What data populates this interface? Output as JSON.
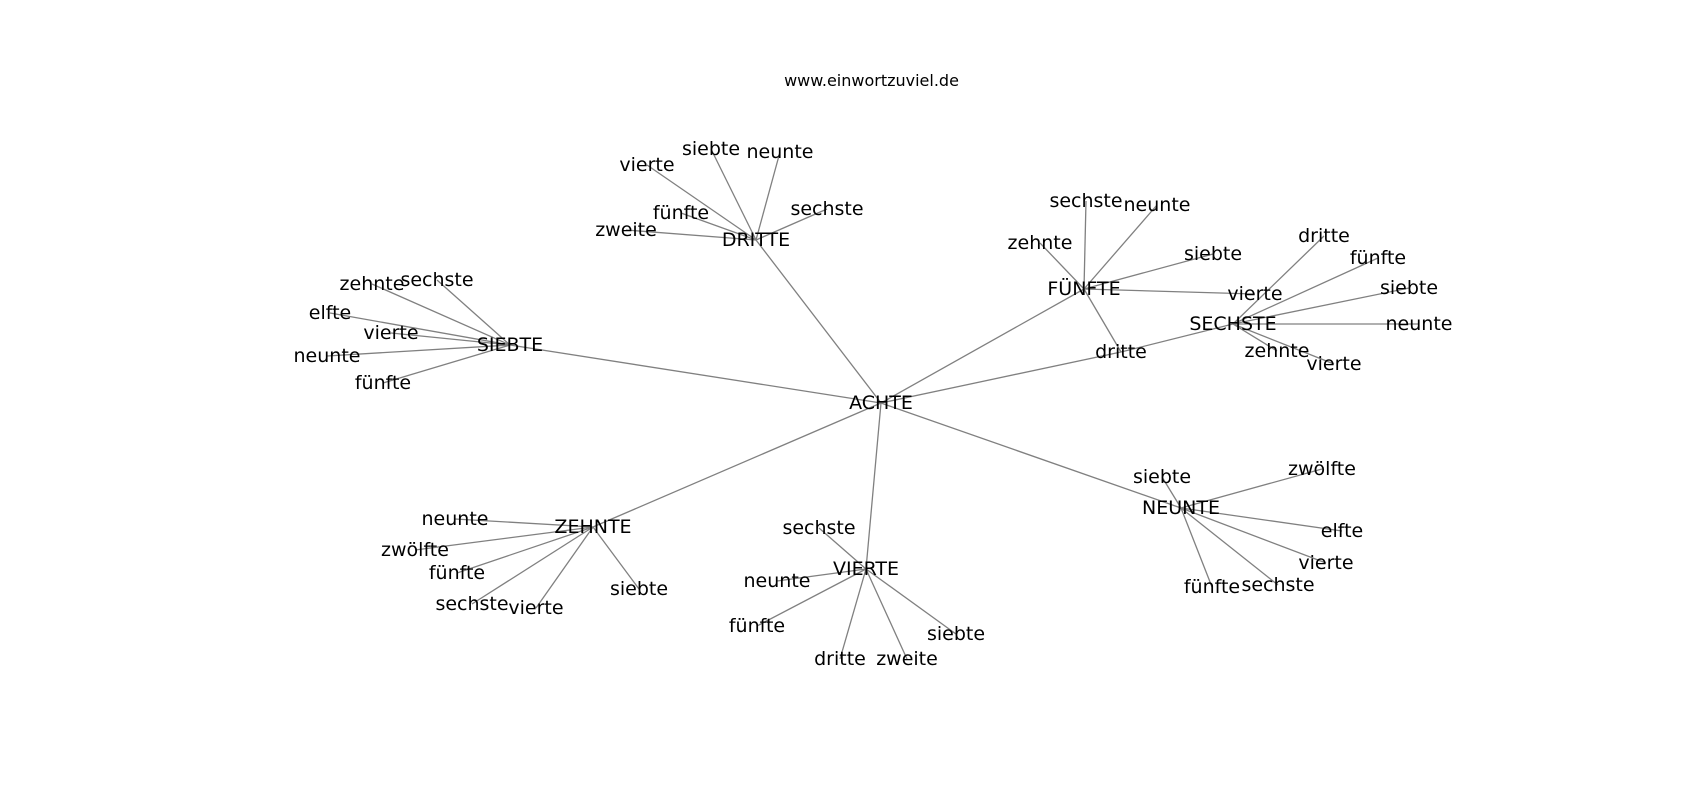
{
  "header": {
    "site_url": "www.einwortzuviel.de"
  },
  "graph": {
    "root": "ACHTE",
    "edge_color": "#808080",
    "text_color": "#000000",
    "nodes": [
      {
        "id": "achte",
        "label": "ACHTE"
      },
      {
        "id": "dritte_hub",
        "label": "DRITTE"
      },
      {
        "id": "d_vierte",
        "label": "vierte"
      },
      {
        "id": "d_siebte",
        "label": "siebte"
      },
      {
        "id": "d_neunte",
        "label": "neunte"
      },
      {
        "id": "d_fuenfte",
        "label": "fünfte"
      },
      {
        "id": "d_sechste",
        "label": "sechste"
      },
      {
        "id": "d_zweite",
        "label": "zweite"
      },
      {
        "id": "siebte_hub",
        "label": "SIEBTE"
      },
      {
        "id": "s_zehnte",
        "label": "zehnte"
      },
      {
        "id": "s_sechste",
        "label": "sechste"
      },
      {
        "id": "s_elfte",
        "label": "elfte"
      },
      {
        "id": "s_vierte",
        "label": "vierte"
      },
      {
        "id": "s_neunte",
        "label": "neunte"
      },
      {
        "id": "s_fuenfte",
        "label": "fünfte"
      },
      {
        "id": "fuenfte_hub",
        "label": "FÜNFTE"
      },
      {
        "id": "f_sechste",
        "label": "sechste"
      },
      {
        "id": "f_neunte",
        "label": "neunte"
      },
      {
        "id": "f_zehnte",
        "label": "zehnte"
      },
      {
        "id": "f_siebte",
        "label": "siebte"
      },
      {
        "id": "f_vierte",
        "label": "vierte"
      },
      {
        "id": "f_dritte",
        "label": "dritte"
      },
      {
        "id": "sechste_hub",
        "label": "SECHSTE"
      },
      {
        "id": "x_dritte",
        "label": "dritte"
      },
      {
        "id": "x_fuenfte",
        "label": "fünfte"
      },
      {
        "id": "x_siebte",
        "label": "siebte"
      },
      {
        "id": "x_neunte",
        "label": "neunte"
      },
      {
        "id": "x_zehnte",
        "label": "zehnte"
      },
      {
        "id": "x_vierte",
        "label": "vierte"
      },
      {
        "id": "neunte_hub",
        "label": "NEUNTE"
      },
      {
        "id": "n_siebte",
        "label": "siebte"
      },
      {
        "id": "n_zwoelfte",
        "label": "zwölfte"
      },
      {
        "id": "n_elfte",
        "label": "elfte"
      },
      {
        "id": "n_vierte",
        "label": "vierte"
      },
      {
        "id": "n_sechste",
        "label": "sechste"
      },
      {
        "id": "n_fuenfte",
        "label": "fünfte"
      },
      {
        "id": "vierte_hub",
        "label": "VIERTE"
      },
      {
        "id": "v_sechste",
        "label": "sechste"
      },
      {
        "id": "v_neunte",
        "label": "neunte"
      },
      {
        "id": "v_fuenfte",
        "label": "fünfte"
      },
      {
        "id": "v_dritte",
        "label": "dritte"
      },
      {
        "id": "v_zweite",
        "label": "zweite"
      },
      {
        "id": "v_siebte",
        "label": "siebte"
      },
      {
        "id": "zehnte_hub",
        "label": "ZEHNTE"
      },
      {
        "id": "z_neunte",
        "label": "neunte"
      },
      {
        "id": "z_zwoelfte",
        "label": "zwölfte"
      },
      {
        "id": "z_fuenfte",
        "label": "fünfte"
      },
      {
        "id": "z_sechste",
        "label": "sechste"
      },
      {
        "id": "z_vierte",
        "label": "vierte"
      },
      {
        "id": "z_siebte",
        "label": "siebte"
      }
    ],
    "edges": [
      [
        "achte",
        "dritte_hub"
      ],
      [
        "achte",
        "siebte_hub"
      ],
      [
        "achte",
        "fuenfte_hub"
      ],
      [
        "achte",
        "f_dritte"
      ],
      [
        "f_dritte",
        "sechste_hub"
      ],
      [
        "fuenfte_hub",
        "f_dritte"
      ],
      [
        "achte",
        "neunte_hub"
      ],
      [
        "achte",
        "vierte_hub"
      ],
      [
        "achte",
        "zehnte_hub"
      ],
      [
        "dritte_hub",
        "d_vierte"
      ],
      [
        "dritte_hub",
        "d_siebte"
      ],
      [
        "dritte_hub",
        "d_neunte"
      ],
      [
        "dritte_hub",
        "d_fuenfte"
      ],
      [
        "dritte_hub",
        "d_sechste"
      ],
      [
        "dritte_hub",
        "d_zweite"
      ],
      [
        "siebte_hub",
        "s_zehnte"
      ],
      [
        "siebte_hub",
        "s_sechste"
      ],
      [
        "siebte_hub",
        "s_elfte"
      ],
      [
        "siebte_hub",
        "s_vierte"
      ],
      [
        "siebte_hub",
        "s_neunte"
      ],
      [
        "siebte_hub",
        "s_fuenfte"
      ],
      [
        "fuenfte_hub",
        "f_sechste"
      ],
      [
        "fuenfte_hub",
        "f_neunte"
      ],
      [
        "fuenfte_hub",
        "f_zehnte"
      ],
      [
        "fuenfte_hub",
        "f_siebte"
      ],
      [
        "fuenfte_hub",
        "f_vierte"
      ],
      [
        "sechste_hub",
        "x_dritte"
      ],
      [
        "sechste_hub",
        "x_fuenfte"
      ],
      [
        "sechste_hub",
        "x_siebte"
      ],
      [
        "sechste_hub",
        "x_neunte"
      ],
      [
        "sechste_hub",
        "x_zehnte"
      ],
      [
        "sechste_hub",
        "x_vierte"
      ],
      [
        "neunte_hub",
        "n_siebte"
      ],
      [
        "neunte_hub",
        "n_zwoelfte"
      ],
      [
        "neunte_hub",
        "n_elfte"
      ],
      [
        "neunte_hub",
        "n_vierte"
      ],
      [
        "neunte_hub",
        "n_sechste"
      ],
      [
        "neunte_hub",
        "n_fuenfte"
      ],
      [
        "vierte_hub",
        "v_sechste"
      ],
      [
        "vierte_hub",
        "v_neunte"
      ],
      [
        "vierte_hub",
        "v_fuenfte"
      ],
      [
        "vierte_hub",
        "v_dritte"
      ],
      [
        "vierte_hub",
        "v_zweite"
      ],
      [
        "vierte_hub",
        "v_siebte"
      ],
      [
        "zehnte_hub",
        "z_neunte"
      ],
      [
        "zehnte_hub",
        "z_zwoelfte"
      ],
      [
        "zehnte_hub",
        "z_fuenfte"
      ],
      [
        "zehnte_hub",
        "z_sechste"
      ],
      [
        "zehnte_hub",
        "z_vierte"
      ],
      [
        "zehnte_hub",
        "z_siebte"
      ]
    ]
  }
}
